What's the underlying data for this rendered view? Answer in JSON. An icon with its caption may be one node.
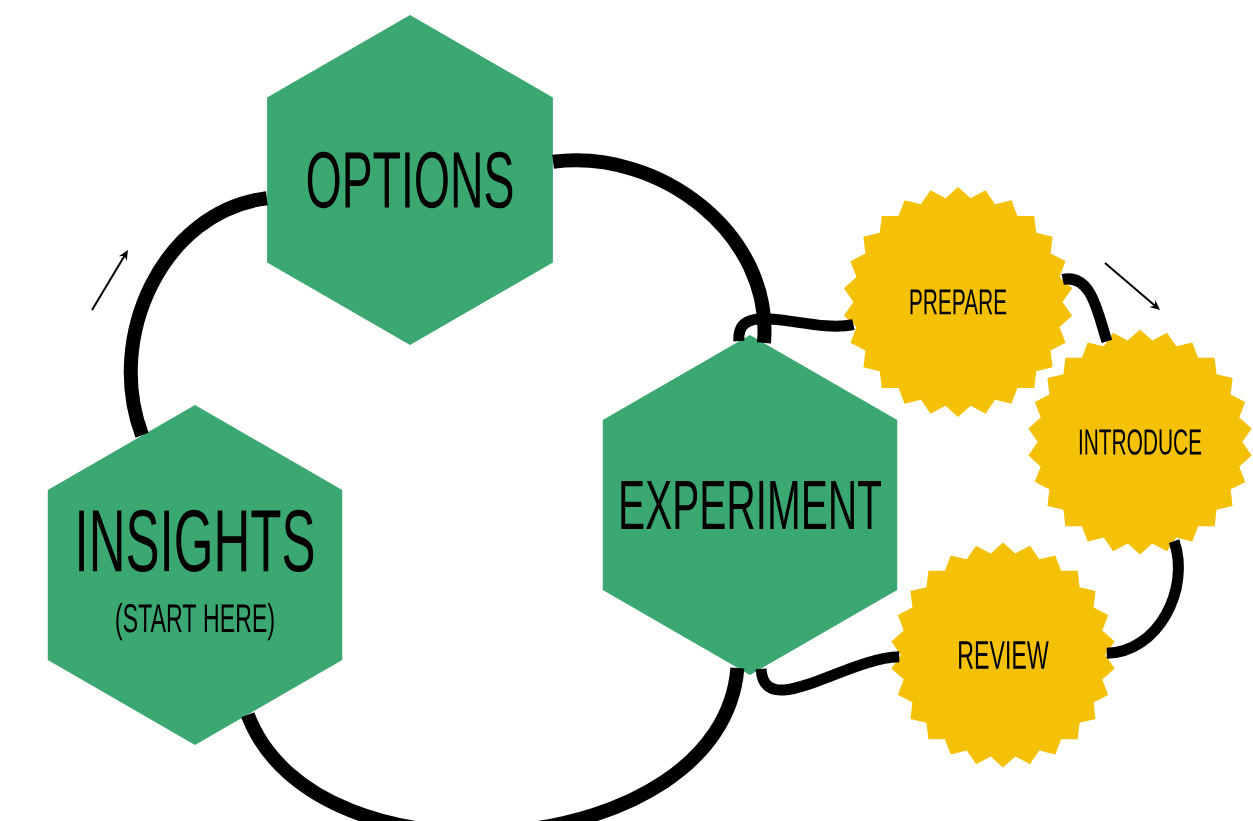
{
  "diagram": {
    "nodes": [
      {
        "text": [
          "OPTIONS"
        ]
      },
      {
        "text": [
          "INSIGHTS",
          "(START HERE)"
        ]
      },
      {
        "text": [
          "EXPERIMENT"
        ]
      },
      {
        "text": [
          "PREPARE"
        ]
      },
      {
        "text": [
          "INTRODUCE"
        ]
      },
      {
        "text": [
          "REVIEW"
        ]
      }
    ],
    "edges": [
      {
        "from": 1,
        "to": 0,
        "arrow": "none"
      },
      {
        "from": 0,
        "to": 2,
        "arrow": "none"
      },
      {
        "from": 2,
        "to": 1,
        "arrow": "none"
      },
      {
        "from": 2,
        "to": 3,
        "arrow": "none"
      },
      {
        "from": 3,
        "to": 4,
        "arrow": "none"
      },
      {
        "from": 4,
        "to": 5,
        "arrow": "none"
      },
      {
        "from": 5,
        "to": 2,
        "arrow": "none"
      }
    ]
  }
}
